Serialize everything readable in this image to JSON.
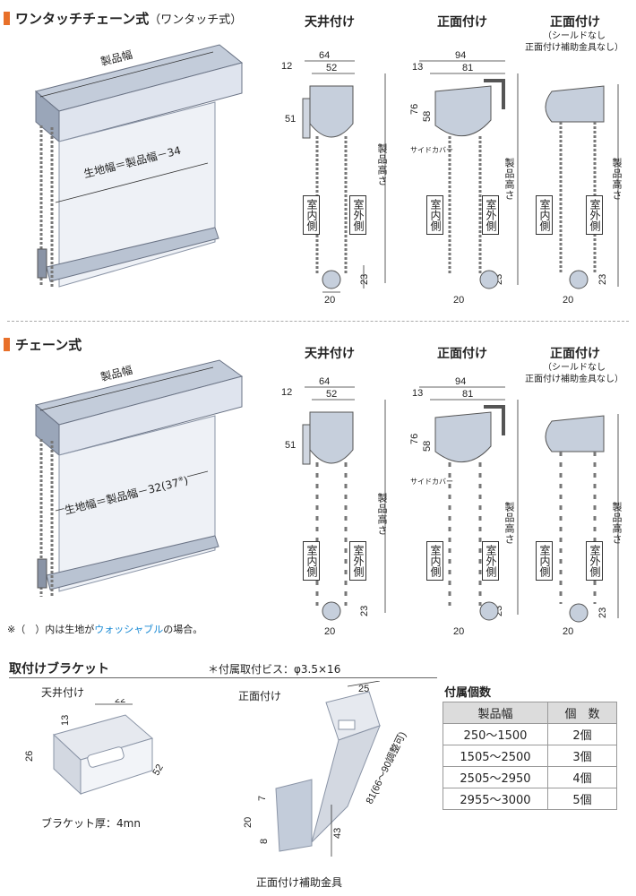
{
  "section1": {
    "title": "ワンタッチチェーン式",
    "subtitle": "（ワンタッチ式）"
  },
  "section2": {
    "title": "チェーン式"
  },
  "columns": {
    "ceiling": "天井付け",
    "front": "正面付け",
    "front2": "正面付け"
  },
  "front2_note": {
    "open": "（",
    "line1": "シールドなし",
    "line2": "正面付け補助金具なし）"
  },
  "shade": {
    "product_width": "製品幅",
    "fabric1": "生地幅＝製品幅－34",
    "fabric2": "生地幅＝製品幅－32",
    "fabric2_paren": "(37",
    "fabric2_star": "※",
    "fabric2_close": ")"
  },
  "dims": {
    "d64": "64",
    "d52": "52",
    "d12": "12",
    "d51": "51",
    "d23": "23",
    "d20": "20",
    "d94": "94",
    "d13": "13",
    "d81": "81",
    "d76": "76",
    "d58": "58"
  },
  "labels": {
    "product_height": "製品高さ",
    "indoor": "室内側",
    "outdoor": "室外側",
    "side_cover": "サイドカバー"
  },
  "footnote": {
    "prefix": "※（　）内は生地が",
    "highlight": "ウォッシャブル",
    "suffix": "の場合。"
  },
  "bracket": {
    "title": "取付けブラケット",
    "screw_note": "＊付属取付ビス：φ3.5×16",
    "ceiling": "天井付け",
    "front": "正面付け",
    "thickness": "ブラケット厚：4mn",
    "aux": "正面付け補助金具",
    "dims": {
      "b22": "22",
      "b13": "13",
      "b26": "26",
      "b52": "52",
      "b25": "25",
      "b81": "81(66～90調整可)",
      "b7": "7",
      "b20": "20",
      "b8": "8",
      "b43": "43"
    }
  },
  "accessory": {
    "title": "付属個数",
    "headers": [
      "製品幅",
      "個　数"
    ],
    "rows": [
      [
        "250～1500",
        "2個"
      ],
      [
        "1505～2500",
        "3個"
      ],
      [
        "2505～2950",
        "4個"
      ],
      [
        "2955～3000",
        "5個"
      ]
    ]
  },
  "colors": {
    "accent": "#e8702a",
    "highlight": "#1a8ad4",
    "shade": "#dfe4ee",
    "metal": "#b9c3d2"
  }
}
